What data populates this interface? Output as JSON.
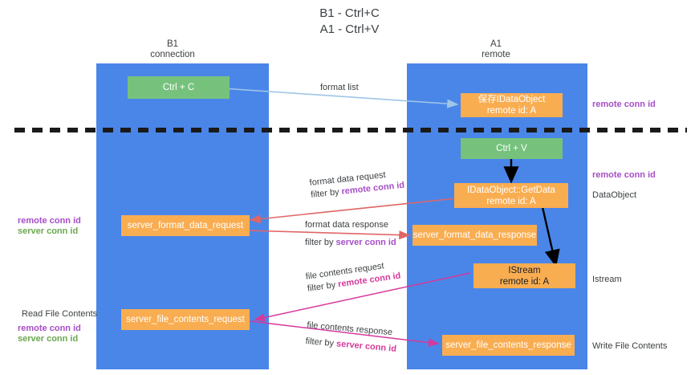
{
  "title": {
    "line1": "B1 - Ctrl+C",
    "line2": "A1 - Ctrl+V"
  },
  "columns": [
    {
      "id": "b1",
      "name": "B1",
      "role": "connection"
    },
    {
      "id": "a1",
      "name": "A1",
      "role": "remote"
    }
  ],
  "colors": {
    "lane": "#4a86e8",
    "green_box": "#76c27d",
    "orange_box": "#f9ad51",
    "purple_label": "#a64ec6",
    "green_label": "#6aa84f",
    "pink_label": "#d5399b",
    "divider": "#1a1a1a",
    "arrow_blue": "#9fc5e8",
    "arrow_red": "#e06666",
    "arrow_magenta": "#d5399b",
    "arrow_black": "#000000",
    "text": "#3c4043"
  },
  "nodes": {
    "ctrl_c": {
      "label": "Ctrl + C"
    },
    "save_dataobject": {
      "line1": "保存IDataObject",
      "line2": "remote id: A"
    },
    "ctrl_v": {
      "label": "Ctrl + V"
    },
    "getdata": {
      "line1": "IDataObject::GetData",
      "line2": "remote id: A"
    },
    "server_format_data_request": {
      "label": "server_format_data_request"
    },
    "server_format_data_response": {
      "label": "server_format_data_response"
    },
    "istream": {
      "line1": "IStream",
      "line2": "remote id: A"
    },
    "server_file_contents_request": {
      "label": "server_file_contents_request"
    },
    "server_file_contents_response": {
      "label": "server_file_contents_response"
    }
  },
  "edges": {
    "format_list": {
      "label": "format list"
    },
    "format_data_request": {
      "label": "format data request",
      "filter_prefix": "filter by ",
      "filter_key": "remote conn id"
    },
    "format_data_response": {
      "label": "format data response",
      "filter_prefix": "filter by ",
      "filter_key": "server conn id"
    },
    "file_contents_request": {
      "label": "file contents request",
      "filter_prefix": "filter by ",
      "filter_key": "remote conn id"
    },
    "file_contents_response": {
      "label": "file contents response",
      "filter_prefix": "filter by ",
      "filter_key": "server conn id"
    }
  },
  "annotations": {
    "right_top_remote_conn_id": "remote conn id",
    "right_mid_remote_conn_id": "remote conn id",
    "right_dataobject": "DataObject",
    "right_istream": "Istream",
    "right_write_file_contents": "Write File Contents",
    "left_remote_conn_id_1": "remote conn id",
    "left_server_conn_id_1": "server conn id",
    "left_read_file_contents": "Read File Contents",
    "left_remote_conn_id_2": "remote conn id",
    "left_server_conn_id_2": "server conn id"
  }
}
